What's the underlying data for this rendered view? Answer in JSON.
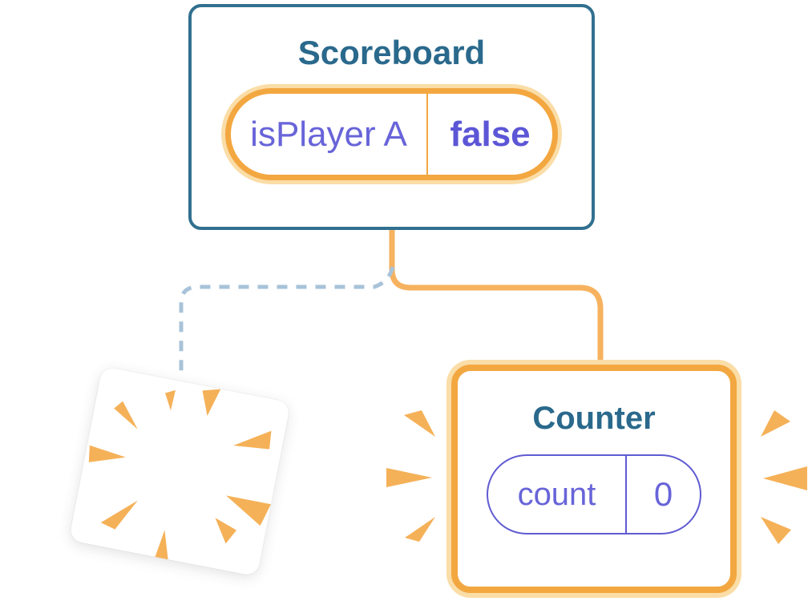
{
  "scoreboard": {
    "title": "Scoreboard",
    "state": {
      "key": "isPlayer A",
      "value": "false"
    }
  },
  "counter": {
    "title": "Counter",
    "state": {
      "key": "count",
      "value": "0"
    }
  },
  "colors": {
    "card_border_blue": "#31708F",
    "title_text_blue": "#2A698C",
    "state_pill_orange": "#F3A740",
    "state_pill_orange_glow": "#FADDA7",
    "connector_orange": "#F6B25F",
    "connector_dashed_blue": "#A8C3D9",
    "state_key_purple": "#6864D9",
    "state_value_purple": "#5C56D6",
    "counter_pill_purple": "#5F5BD2",
    "ray_orange": "#F5B158",
    "card_background": "#FFFFFF"
  },
  "icons": {
    "sparkles": "sparkles-icon",
    "burst": "burst-rays-icon",
    "emphasis_left": "emphasis-rays-left-icon",
    "emphasis_right": "emphasis-rays-right-icon"
  }
}
